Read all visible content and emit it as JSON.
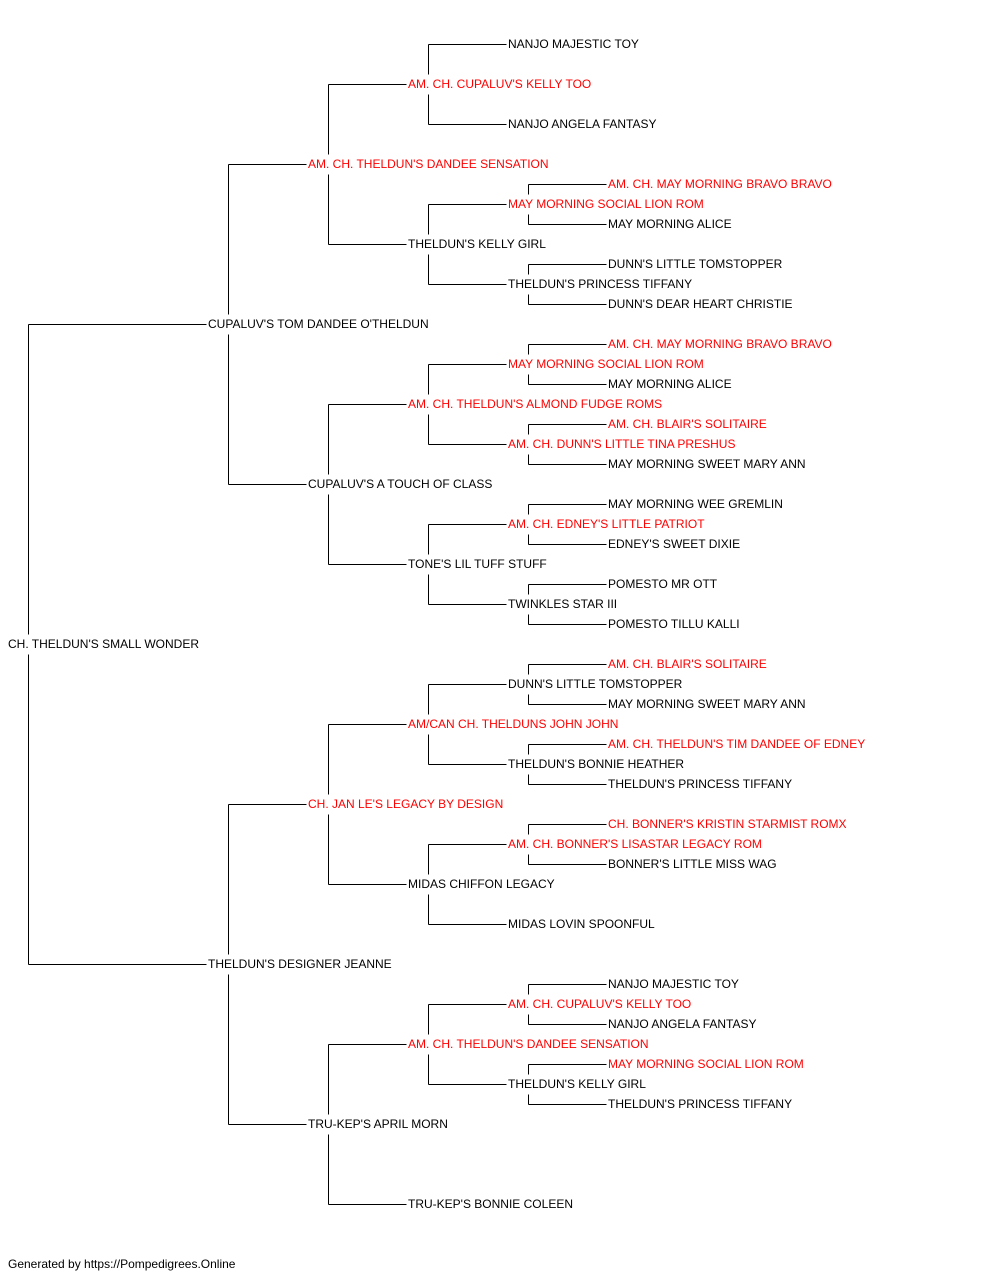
{
  "colors": {
    "champion": "#ff0000",
    "normal": "#000000",
    "line": "#000000"
  },
  "pedigree": [
    {
      "id": "dog",
      "gen": 0,
      "name": "CH. THELDUN'S SMALL WONDER",
      "champion": false
    },
    {
      "id": "sire",
      "gen": 1,
      "parent": "dog",
      "name": "CUPALUV'S TOM DANDEE O'THELDUN",
      "champion": false
    },
    {
      "id": "dam",
      "gen": 1,
      "parent": "dog",
      "name": "THELDUN'S DESIGNER JEANNE",
      "champion": false
    },
    {
      "id": "ss",
      "gen": 2,
      "parent": "sire",
      "name": "AM. CH. THELDUN'S DANDEE SENSATION",
      "champion": true
    },
    {
      "id": "sd",
      "gen": 2,
      "parent": "sire",
      "name": "CUPALUV'S A TOUCH OF CLASS",
      "champion": false
    },
    {
      "id": "ds",
      "gen": 2,
      "parent": "dam",
      "name": "CH. JAN LE'S LEGACY BY DESIGN",
      "champion": true
    },
    {
      "id": "dd",
      "gen": 2,
      "parent": "dam",
      "name": "TRU-KEP'S APRIL MORN",
      "champion": false
    },
    {
      "id": "sss",
      "gen": 3,
      "parent": "ss",
      "name": "AM. CH. CUPALUV'S KELLY TOO",
      "champion": true
    },
    {
      "id": "ssd",
      "gen": 3,
      "parent": "ss",
      "name": "THELDUN'S KELLY GIRL",
      "champion": false
    },
    {
      "id": "sds",
      "gen": 3,
      "parent": "sd",
      "name": "AM. CH. THELDUN'S ALMOND FUDGE ROMS",
      "champion": true
    },
    {
      "id": "sdd",
      "gen": 3,
      "parent": "sd",
      "name": "TONE'S LIL TUFF STUFF",
      "champion": false
    },
    {
      "id": "dss",
      "gen": 3,
      "parent": "ds",
      "name": "AM/CAN CH. THELDUNS JOHN JOHN",
      "champion": true
    },
    {
      "id": "dsd",
      "gen": 3,
      "parent": "ds",
      "name": "MIDAS CHIFFON LEGACY",
      "champion": false
    },
    {
      "id": "dds",
      "gen": 3,
      "parent": "dd",
      "name": "AM. CH. THELDUN'S DANDEE SENSATION",
      "champion": true
    },
    {
      "id": "ddd",
      "gen": 3,
      "parent": "dd",
      "name": "TRU-KEP'S BONNIE COLEEN",
      "champion": false
    },
    {
      "id": "ssss",
      "gen": 4,
      "parent": "sss",
      "name": "NANJO MAJESTIC TOY",
      "champion": false
    },
    {
      "id": "sssd",
      "gen": 4,
      "parent": "sss",
      "name": "NANJO ANGELA FANTASY",
      "champion": false
    },
    {
      "id": "ssds",
      "gen": 4,
      "parent": "ssd",
      "name": "MAY MORNING SOCIAL LION ROM",
      "champion": true
    },
    {
      "id": "ssdd",
      "gen": 4,
      "parent": "ssd",
      "name": "THELDUN'S PRINCESS TIFFANY",
      "champion": false
    },
    {
      "id": "sdss",
      "gen": 4,
      "parent": "sds",
      "name": "MAY MORNING SOCIAL LION ROM",
      "champion": true
    },
    {
      "id": "sdsd",
      "gen": 4,
      "parent": "sds",
      "name": "AM. CH. DUNN'S LITTLE TINA PRESHUS",
      "champion": true
    },
    {
      "id": "sdds",
      "gen": 4,
      "parent": "sdd",
      "name": "AM. CH. EDNEY'S LITTLE PATRIOT",
      "champion": true
    },
    {
      "id": "sddd",
      "gen": 4,
      "parent": "sdd",
      "name": "TWINKLES STAR III",
      "champion": false
    },
    {
      "id": "dsss",
      "gen": 4,
      "parent": "dss",
      "name": "DUNN'S LITTLE TOMSTOPPER",
      "champion": false
    },
    {
      "id": "dssd",
      "gen": 4,
      "parent": "dss",
      "name": "THELDUN'S BONNIE HEATHER",
      "champion": false
    },
    {
      "id": "dsds",
      "gen": 4,
      "parent": "dsd",
      "name": "AM. CH. BONNER'S LISASTAR LEGACY ROM",
      "champion": true
    },
    {
      "id": "dsdd",
      "gen": 4,
      "parent": "dsd",
      "name": "MIDAS LOVIN SPOONFUL",
      "champion": false
    },
    {
      "id": "ddss",
      "gen": 4,
      "parent": "dds",
      "name": "AM. CH. CUPALUV'S KELLY TOO",
      "champion": true
    },
    {
      "id": "ddsd",
      "gen": 4,
      "parent": "dds",
      "name": "THELDUN'S KELLY GIRL",
      "champion": false
    },
    {
      "id": "ssdss",
      "gen": 5,
      "parent": "ssds",
      "name": "AM. CH. MAY MORNING BRAVO BRAVO",
      "champion": true
    },
    {
      "id": "ssdsd",
      "gen": 5,
      "parent": "ssds",
      "name": "MAY MORNING ALICE",
      "champion": false
    },
    {
      "id": "ssdds",
      "gen": 5,
      "parent": "ssdd",
      "name": "DUNN'S LITTLE TOMSTOPPER",
      "champion": false
    },
    {
      "id": "ssddd",
      "gen": 5,
      "parent": "ssdd",
      "name": "DUNN'S DEAR HEART CHRISTIE",
      "champion": false
    },
    {
      "id": "sdsss",
      "gen": 5,
      "parent": "sdss",
      "name": "AM. CH. MAY MORNING BRAVO BRAVO",
      "champion": true
    },
    {
      "id": "sdssd",
      "gen": 5,
      "parent": "sdss",
      "name": "MAY MORNING ALICE",
      "champion": false
    },
    {
      "id": "sdsds",
      "gen": 5,
      "parent": "sdsd",
      "name": "AM. CH. BLAIR'S SOLITAIRE",
      "champion": true
    },
    {
      "id": "sdsdd",
      "gen": 5,
      "parent": "sdsd",
      "name": "MAY MORNING SWEET MARY ANN",
      "champion": false
    },
    {
      "id": "sddss",
      "gen": 5,
      "parent": "sdds",
      "name": "MAY MORNING WEE GREMLIN",
      "champion": false
    },
    {
      "id": "sddsd",
      "gen": 5,
      "parent": "sdds",
      "name": "EDNEY'S SWEET DIXIE",
      "champion": false
    },
    {
      "id": "sddds",
      "gen": 5,
      "parent": "sddd",
      "name": "POMESTO MR OTT",
      "champion": false
    },
    {
      "id": "sdddd",
      "gen": 5,
      "parent": "sddd",
      "name": "POMESTO TILLU KALLI",
      "champion": false
    },
    {
      "id": "dssss",
      "gen": 5,
      "parent": "dsss",
      "name": "AM. CH. BLAIR'S SOLITAIRE",
      "champion": true
    },
    {
      "id": "dsssd",
      "gen": 5,
      "parent": "dsss",
      "name": "MAY MORNING SWEET MARY ANN",
      "champion": false
    },
    {
      "id": "dssds",
      "gen": 5,
      "parent": "dssd",
      "name": "AM. CH. THELDUN'S TIM DANDEE OF EDNEY",
      "champion": true
    },
    {
      "id": "dssdd",
      "gen": 5,
      "parent": "dssd",
      "name": "THELDUN'S PRINCESS TIFFANY",
      "champion": false
    },
    {
      "id": "dsdss",
      "gen": 5,
      "parent": "dsds",
      "name": "CH. BONNER'S KRISTIN STARMIST ROMX",
      "champion": true
    },
    {
      "id": "dsdsd",
      "gen": 5,
      "parent": "dsds",
      "name": "BONNER'S LITTLE MISS WAG",
      "champion": false
    },
    {
      "id": "ddsss",
      "gen": 5,
      "parent": "ddss",
      "name": "NANJO MAJESTIC TOY",
      "champion": false
    },
    {
      "id": "ddssd",
      "gen": 5,
      "parent": "ddss",
      "name": "NANJO ANGELA FANTASY",
      "champion": false
    },
    {
      "id": "ddsds",
      "gen": 5,
      "parent": "ddsd",
      "name": "MAY MORNING SOCIAL LION ROM",
      "champion": true
    },
    {
      "id": "ddsdd",
      "gen": 5,
      "parent": "ddsd",
      "name": "THELDUN'S PRINCESS TIFFANY",
      "champion": false
    }
  ],
  "footer": "Generated by https://Pompedigrees.Online"
}
